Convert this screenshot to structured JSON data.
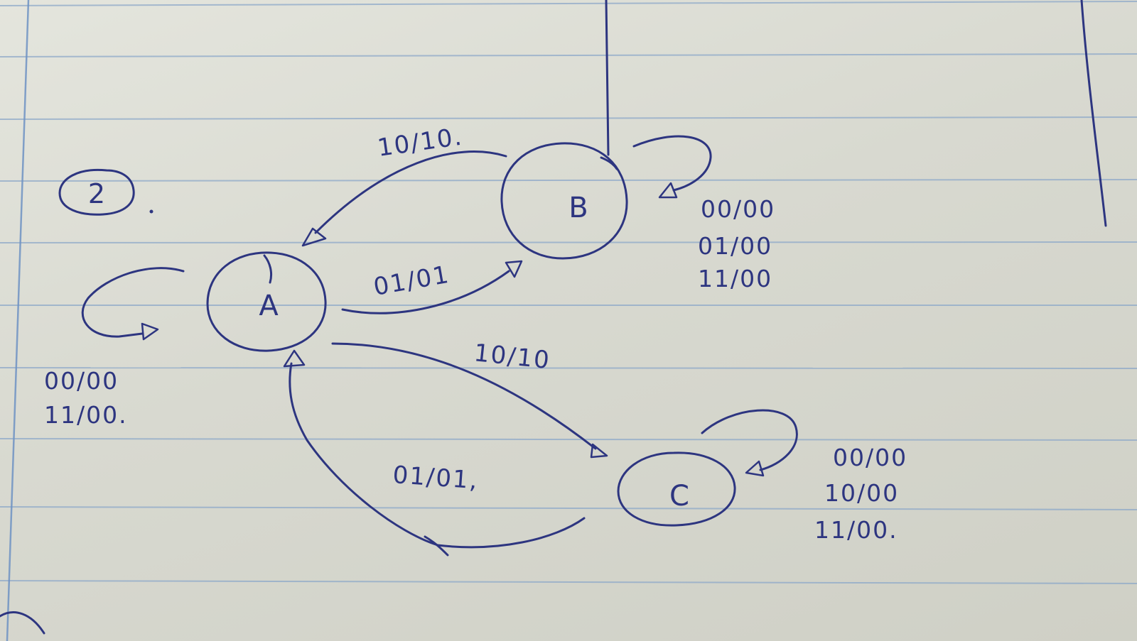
{
  "problem_number": "2",
  "states": {
    "A": "A",
    "B": "B",
    "C": "C"
  },
  "transitions": {
    "B_to_A": "10/10.",
    "A_to_B": "01/01",
    "A_to_C": "10/10",
    "C_to_A": "01/01,"
  },
  "self_loops": {
    "A": [
      "00/00",
      "11/00."
    ],
    "B": [
      "00/00",
      "01/00",
      "11/00"
    ],
    "C": [
      "00/00",
      "10/00",
      "11/00."
    ]
  },
  "colors": {
    "ink": "#2d3580",
    "ruled_line": "#8ea9c9",
    "margin_line": "#6f93c4",
    "paper": "#dcddd5"
  }
}
